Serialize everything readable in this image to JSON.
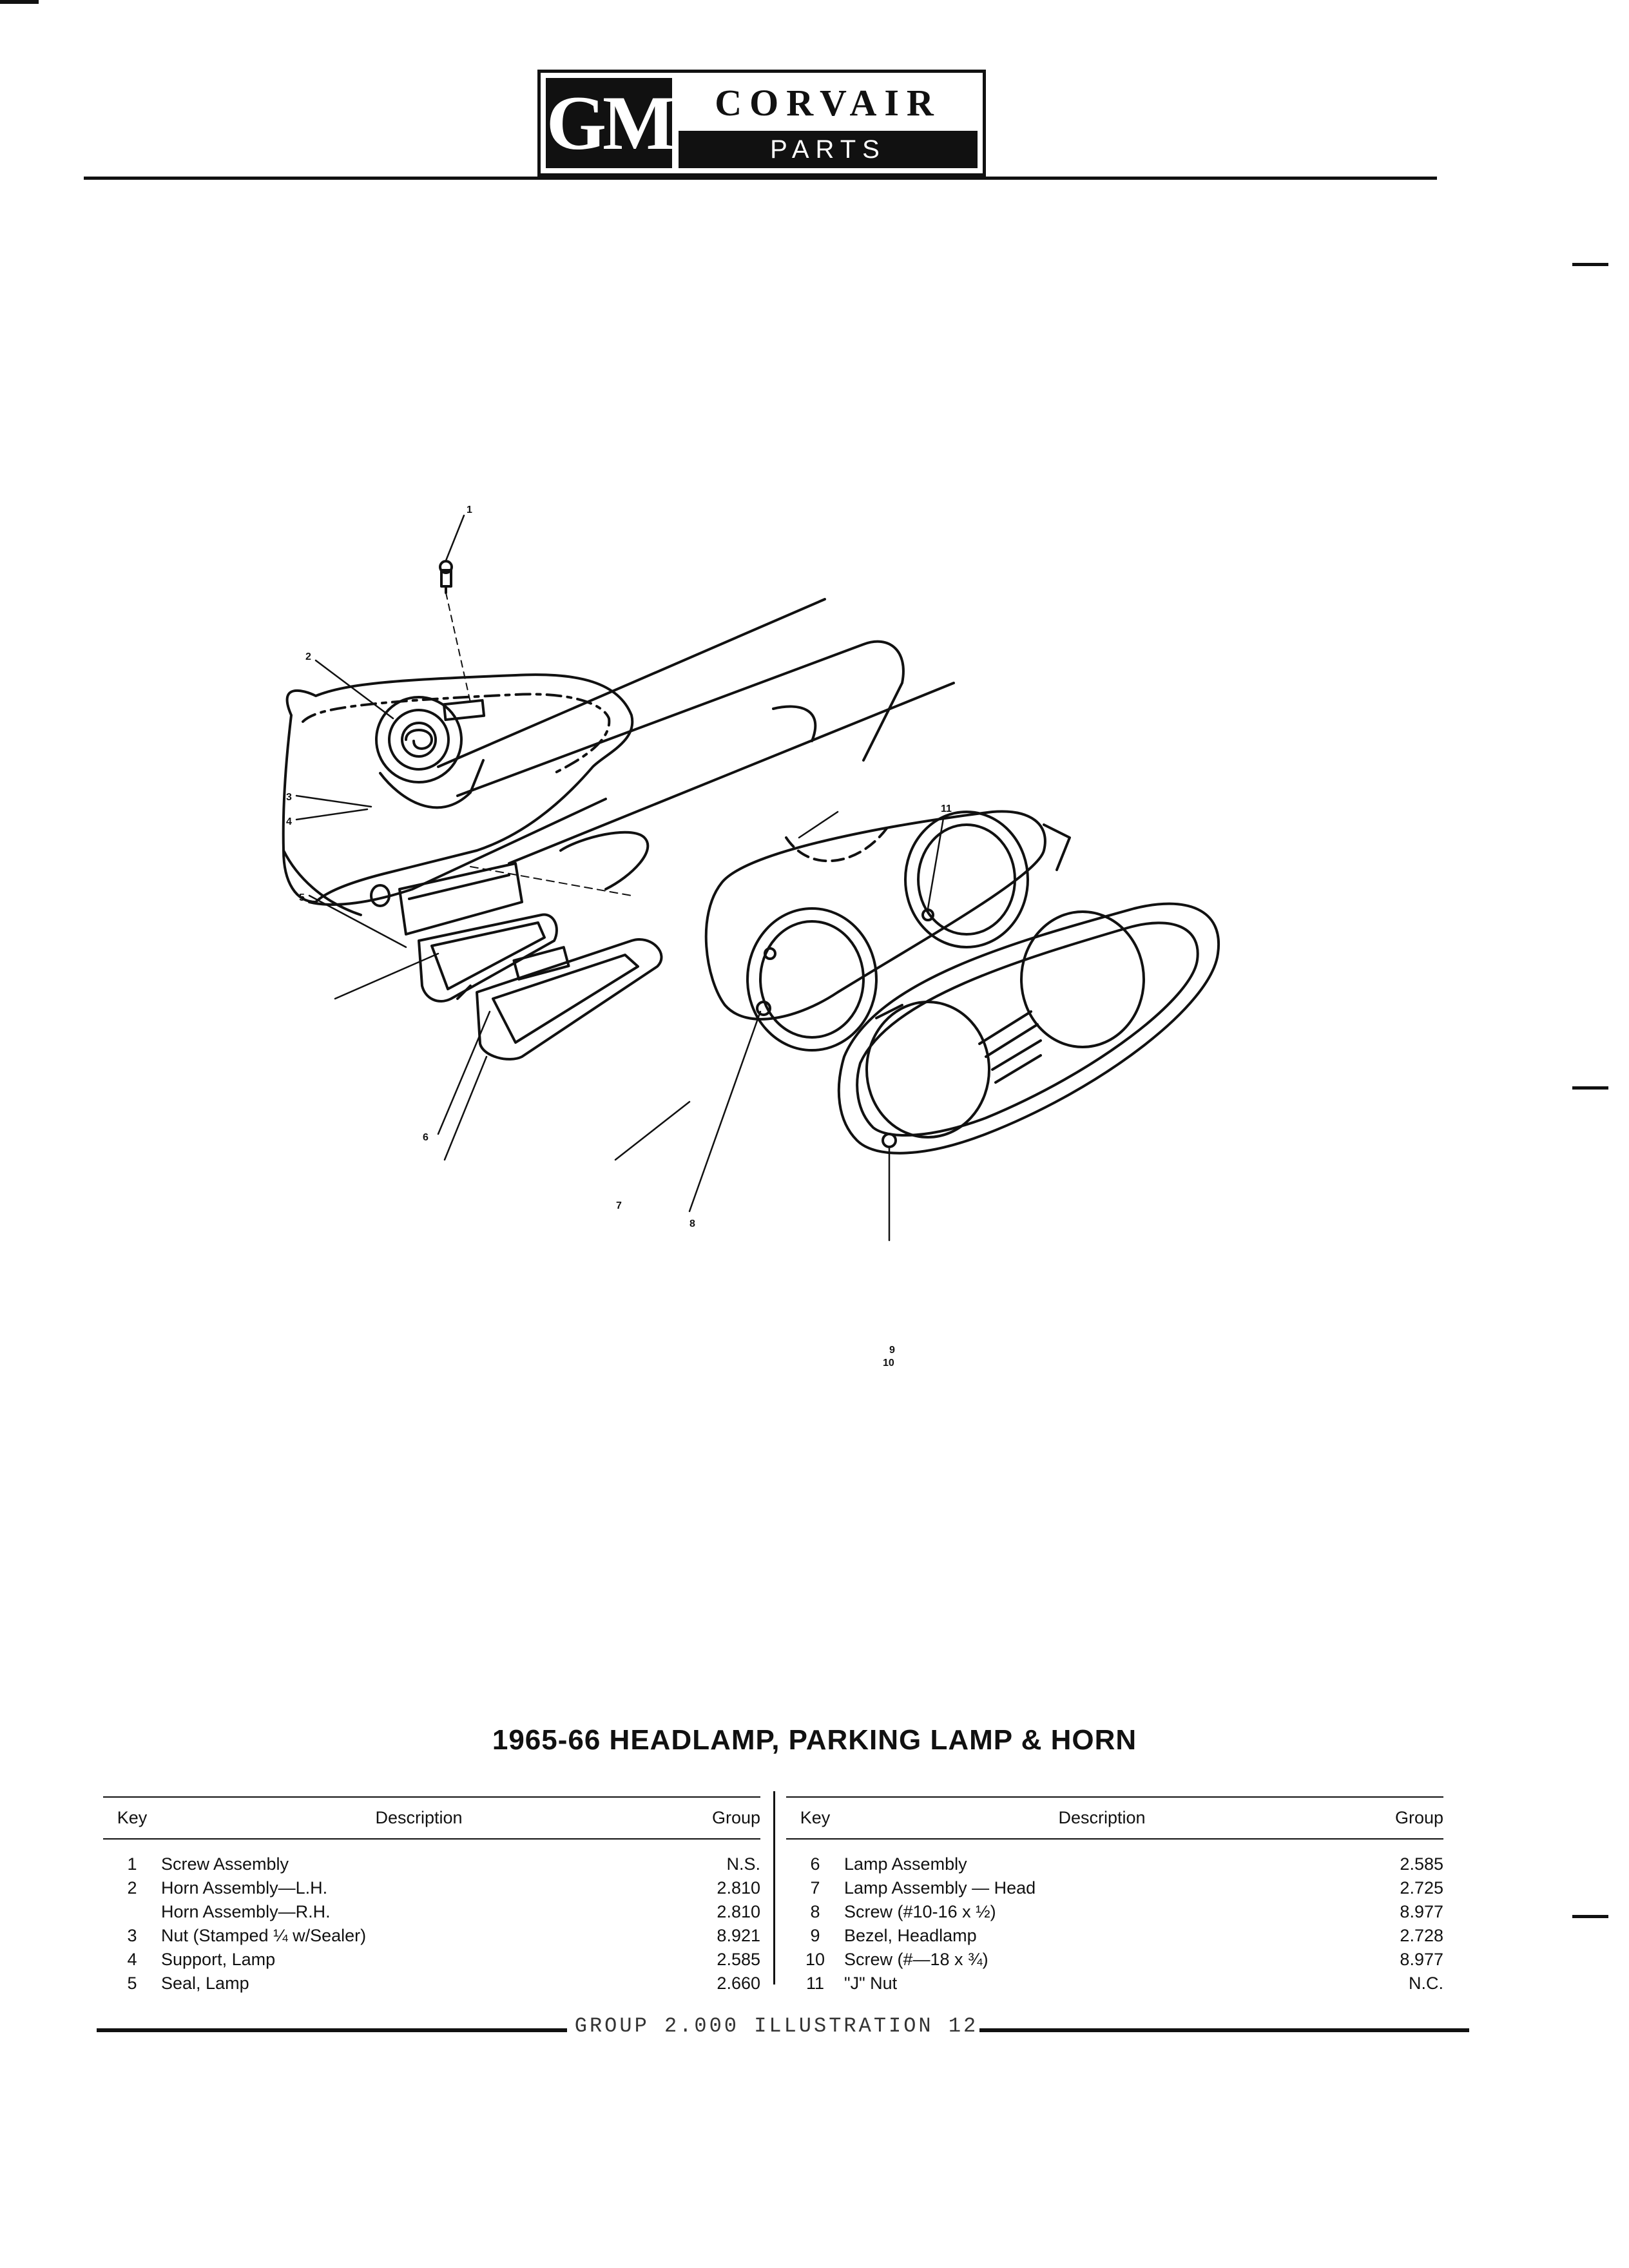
{
  "header": {
    "logo_gm": "GM",
    "logo_model": "CORVAIR",
    "logo_subtitle": "PARTS CATALOGUE"
  },
  "diagram": {
    "callouts": [
      "1",
      "2",
      "3",
      "4",
      "5",
      "6",
      "7",
      "8",
      "9",
      "10",
      "11"
    ]
  },
  "title": "1965-66 HEADLAMP, PARKING LAMP & HORN",
  "table_columns": {
    "key": "Key",
    "description": "Description",
    "group": "Group"
  },
  "parts_left": [
    {
      "key": "1",
      "description": "Screw Assembly",
      "group": "N.S."
    },
    {
      "key": "2",
      "description": "Horn Assembly—L.H.",
      "group": "2.810"
    },
    {
      "key": "",
      "description": "Horn Assembly—R.H.",
      "group": "2.810"
    },
    {
      "key": "3",
      "description": "Nut (Stamped ¼ w/Sealer)",
      "group": "8.921"
    },
    {
      "key": "4",
      "description": "Support, Lamp",
      "group": "2.585"
    },
    {
      "key": "5",
      "description": "Seal, Lamp",
      "group": "2.660"
    }
  ],
  "parts_right": [
    {
      "key": "6",
      "description": "Lamp Assembly",
      "group": "2.585"
    },
    {
      "key": "7",
      "description": "Lamp Assembly — Head",
      "group": "2.725"
    },
    {
      "key": "8",
      "description": "Screw (#10-16 x ½)",
      "group": "8.977"
    },
    {
      "key": "9",
      "description": "Bezel, Headlamp",
      "group": "2.728"
    },
    {
      "key": "10",
      "description": "Screw (#—18 x ¾)",
      "group": "8.977"
    },
    {
      "key": "11",
      "description": "\"J\" Nut",
      "group": "N.C."
    }
  ],
  "footer": "GROUP 2.000 ILLUSTRATION 12"
}
